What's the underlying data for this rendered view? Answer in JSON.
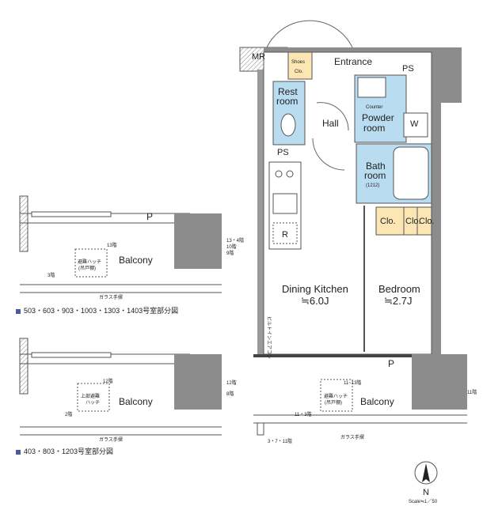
{
  "rooms": {
    "mr": "MR",
    "shoes": [
      "Shoes",
      "Clo."
    ],
    "entrance": "Entrance",
    "ps_top": "PS",
    "rest": [
      "Rest",
      "room"
    ],
    "counter": "Counter",
    "powder": [
      "Powder",
      "room"
    ],
    "w": "W",
    "hall": "Hall",
    "ps_mid": "PS",
    "bath": [
      "Bath",
      "room",
      "(1212)"
    ],
    "clo": [
      "Clo.",
      "Clo.",
      "Clo."
    ],
    "r": "R",
    "dining": [
      "Dining Kitchen",
      "≒6.0J"
    ],
    "bedroom": [
      "Bedroom",
      "≒2.7J"
    ],
    "p_main": "P",
    "balcony_main": "Balcony",
    "hatch_main": [
      "避難ハッチ",
      "(吊戸棚)"
    ],
    "floors_main_top": "11~13階",
    "floors_main_bot": "11・3階",
    "floors_main_right": "11階",
    "floors_bottom_left": "3・7・11階",
    "railing_main": "ガラス手摺",
    "partition_note": "ビルトインエアコン"
  },
  "plan_a": {
    "p": "P",
    "balcony": "Balcony",
    "hatch": [
      "避難ハッチ",
      "(吊戸棚)"
    ],
    "floor_top": "13階",
    "floor_right": [
      "13・4階",
      "10階",
      "9階"
    ],
    "floor_left": "3階",
    "railing": "ガラス手摺",
    "caption": "503・603・903・1003・1303・1403号室部分図"
  },
  "plan_b": {
    "balcony": "Balcony",
    "hatch": [
      "上部避難",
      "ハッチ"
    ],
    "floor_top": "12階",
    "floor_right": [
      "12階",
      "8階"
    ],
    "floor_left": "2階",
    "railing": "ガラス手摺",
    "caption": "403・803・1203号室部分図"
  },
  "compass": {
    "north": "N",
    "scale": "Scale≒1／50"
  },
  "colors": {
    "wet": "#b9dcf0",
    "closet": "#fbe6b4",
    "wall": "#8c8c8c",
    "caption_marker": "#4b5a9c"
  }
}
